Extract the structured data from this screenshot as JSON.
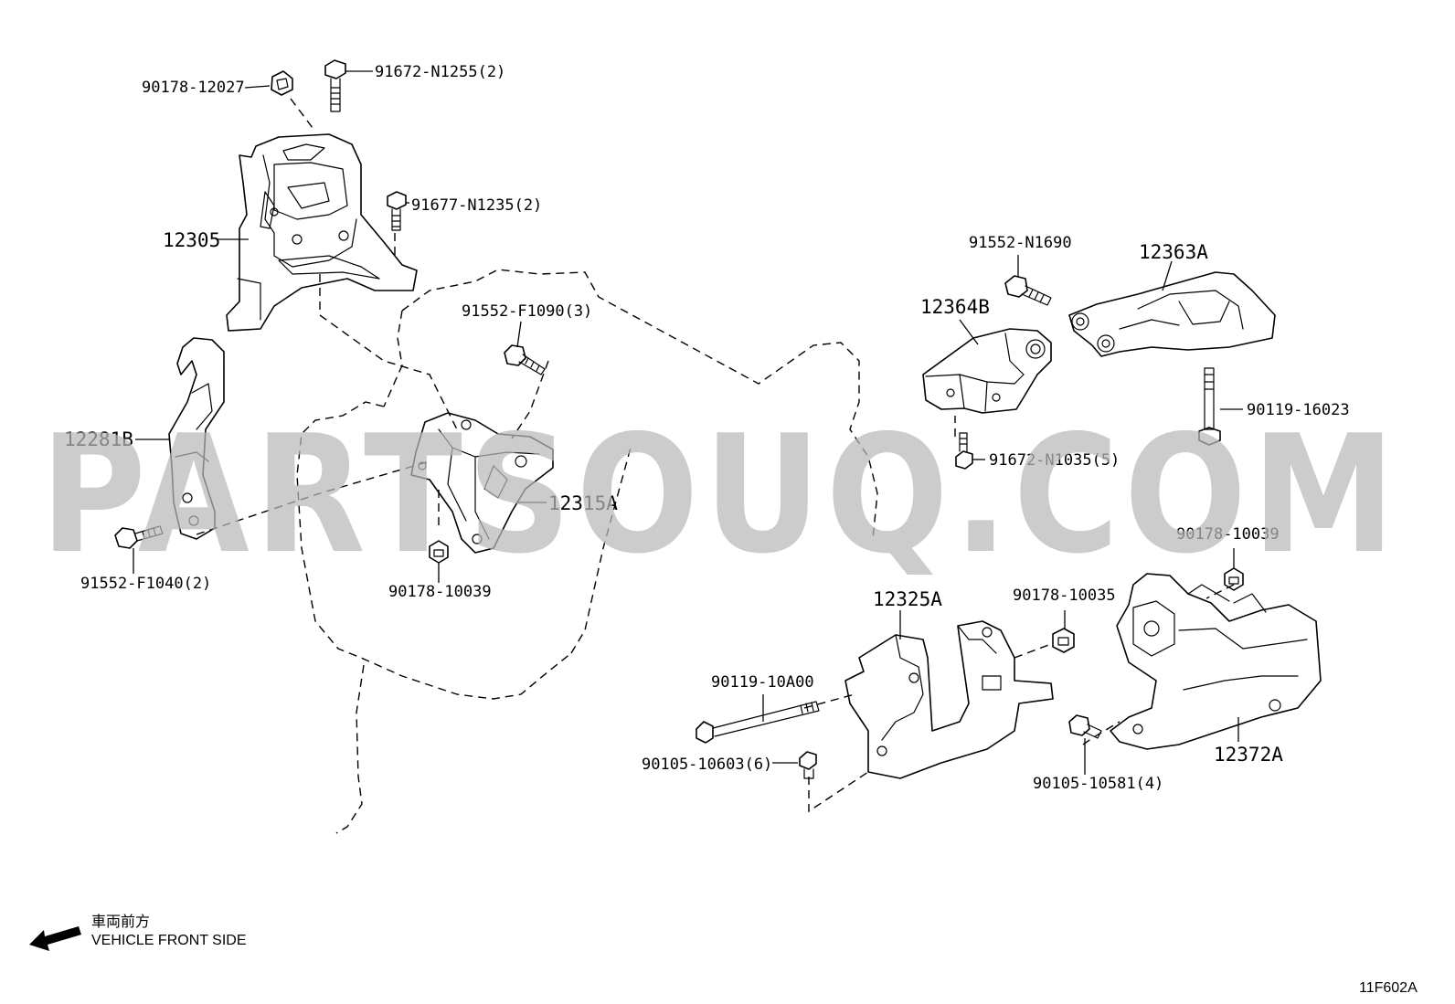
{
  "watermark": "PARTSOUQ.COM",
  "callouts": {
    "c_90178_12027": "90178-12027",
    "c_91672_N1255": "91672-N1255(2)",
    "c_91677_N1235": "91677-N1235(2)",
    "c_12305": "12305",
    "c_91552_F1090": "91552-F1090(3)",
    "c_12281B": "12281B",
    "c_91552_F1040": "91552-F1040(2)",
    "c_12315A": "12315A",
    "c_90178_10039_a": "90178-10039",
    "c_91552_N1690": "91552-N1690",
    "c_12363A": "12363A",
    "c_12364B": "12364B",
    "c_90119_16023": "90119-16023",
    "c_91672_N1035": "91672-N1035(5)",
    "c_90178_10039_b": "90178-10039",
    "c_12325A": "12325A",
    "c_90178_10035": "90178-10035",
    "c_90119_10A00": "90119-10A00",
    "c_90105_10603": "90105-10603(6)",
    "c_90105_10581": "90105-10581(4)",
    "c_12372A": "12372A"
  },
  "legend": {
    "japanese": "車両前方",
    "english": "VEHICLE FRONT SIDE",
    "arrow_icon": "arrow-front-icon"
  },
  "figure_code": "11F602A"
}
